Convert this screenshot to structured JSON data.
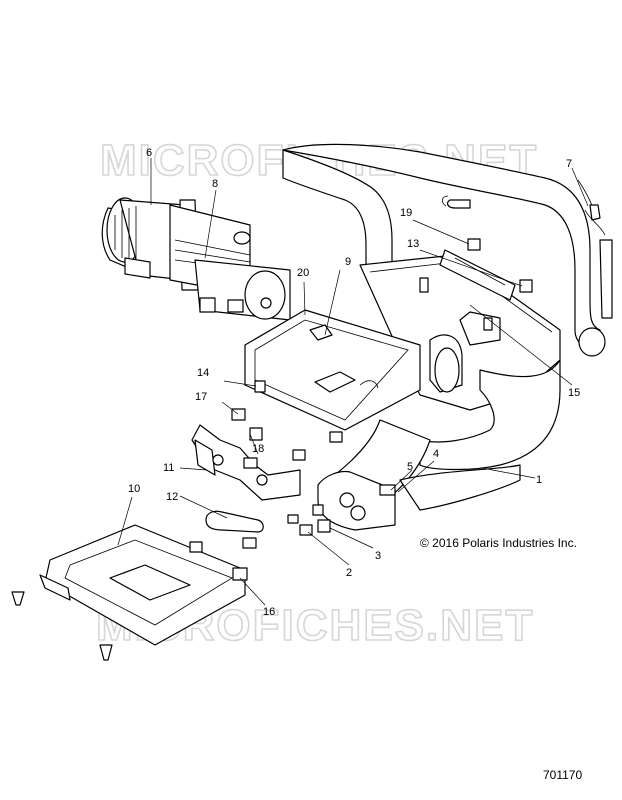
{
  "watermark_text": "MICROFICHES.NET",
  "copyright": "© 2016 Polaris Industries Inc.",
  "document_number": "701170",
  "callouts": [
    "1",
    "2",
    "3",
    "4",
    "5",
    "6",
    "7",
    "8",
    "9",
    "10",
    "11",
    "12",
    "13",
    "14",
    "15",
    "16",
    "17",
    "18",
    "19",
    "20"
  ]
}
